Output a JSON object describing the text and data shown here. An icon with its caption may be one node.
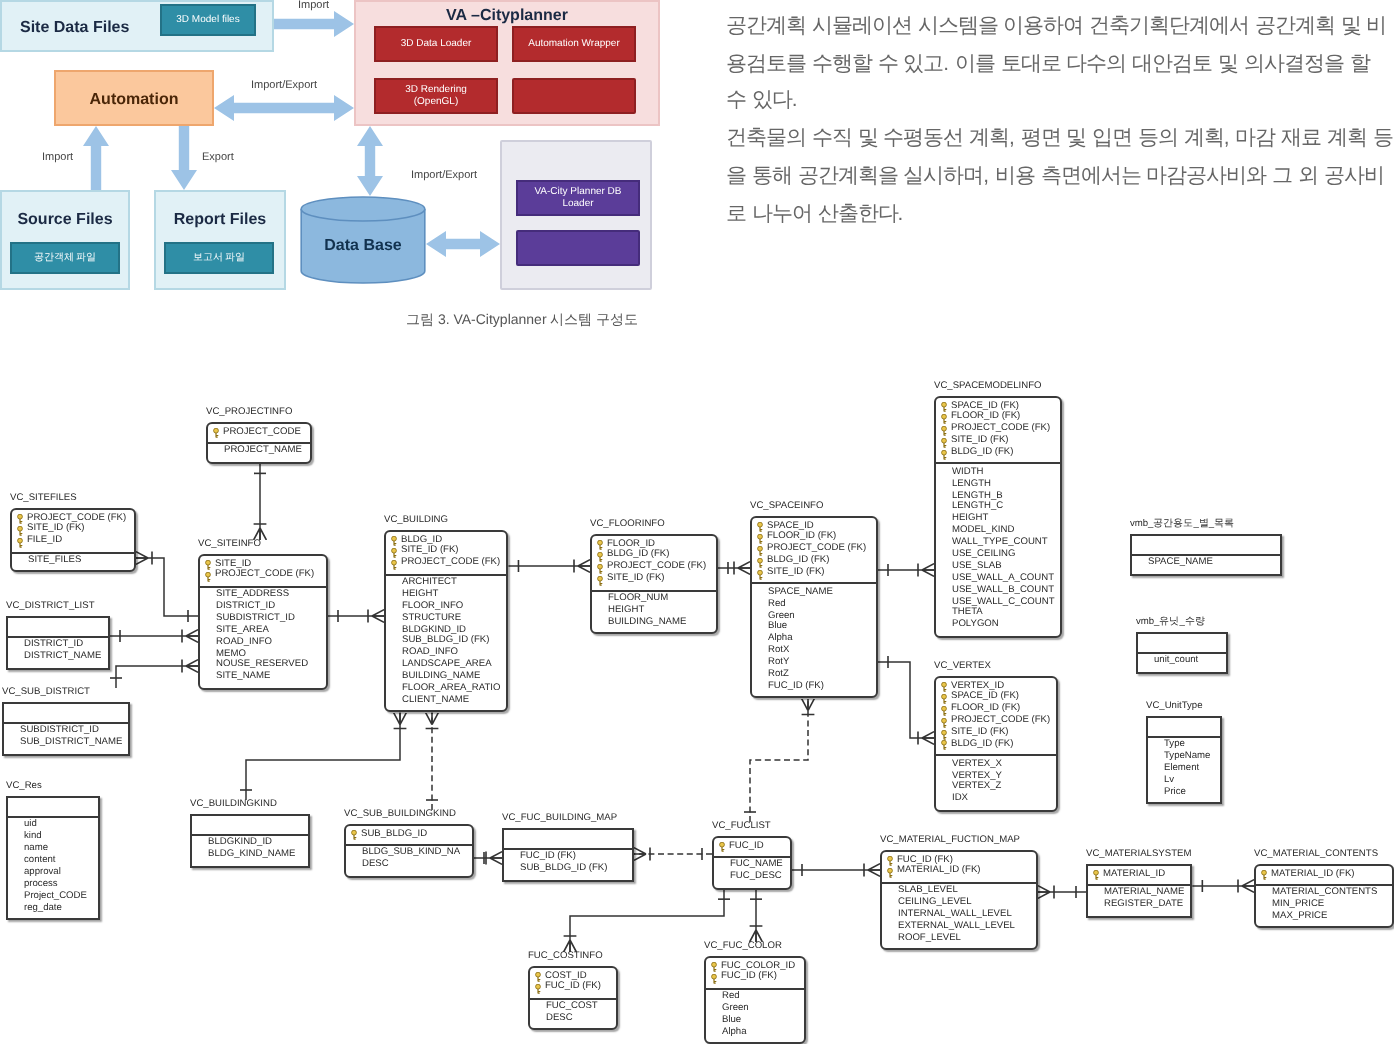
{
  "diagram": {
    "caption": "그림 3. VA-Cityplanner 시스템 구성도",
    "nodes": [
      {
        "text": [
          "Site Data Files"
        ]
      },
      {
        "text": [
          "3D Model files"
        ],
        "in": 0
      },
      {
        "text": [
          "VA –Cityplanner"
        ]
      },
      {
        "text": [
          "3D Data Loader"
        ],
        "in": 2
      },
      {
        "text": [
          "Automation Wrapper"
        ],
        "in": 2
      },
      {
        "text": [
          "3D Rendering (OpenGL)"
        ],
        "in": 2
      },
      {
        "text": [],
        "shape": "box",
        "in": 2
      },
      {
        "text": [
          "Automation"
        ]
      },
      {
        "text": [
          "Source Files"
        ]
      },
      {
        "text": [
          "공간객체 파일"
        ],
        "in": 8
      },
      {
        "text": [
          "Report Files"
        ]
      },
      {
        "text": [
          "보고서 파일"
        ],
        "in": 10
      },
      {
        "text": [
          "Data Base"
        ]
      },
      {
        "text": [],
        "shape": "box"
      },
      {
        "text": [
          "VA-City Planner DB Loader"
        ],
        "in": 13
      },
      {
        "text": [],
        "shape": "box",
        "in": 13
      },
      {
        "text": [
          "VC_PROJECTINFO",
          "PROJECT_CODE",
          "PROJECT_NAME"
        ]
      },
      {
        "text": [
          "VC_SITEFILES",
          "PROJECT_CODE (FK)",
          "SITE_ID (FK)",
          "FILE_ID",
          "SITE_FILES"
        ]
      },
      {
        "text": [
          "VC_SITEINFO",
          "SITE_ID",
          "PROJECT_CODE (FK)",
          "SITE_ADDRESS",
          "DISTRICT_ID",
          "SUBDISTRICT_ID",
          "SITE_AREA",
          "ROAD_INFO",
          "MEMO",
          "NOUSE_RESERVED",
          "SITE_NAME"
        ]
      },
      {
        "text": [
          "VC_DISTRICT_LIST",
          "DISTRICT_ID",
          "DISTRICT_NAME"
        ]
      },
      {
        "text": [
          "VC_SUB_DISTRICT",
          "SUBDISTRICT_ID",
          "SUB_DISTRICT_NAME"
        ]
      },
      {
        "text": [
          "VC_Res",
          "uid",
          "kind",
          "name",
          "content",
          "approval",
          "process",
          "Project_CODE",
          "reg_date"
        ]
      },
      {
        "text": [
          "VC_BUILDING",
          "BLDG_ID",
          "SITE_ID (FK)",
          "PROJECT_CODE (FK)",
          "ARCHITECT",
          "HEIGHT",
          "FLOOR_INFO",
          "STRUCTURE",
          "BLDGKIND_ID",
          "SUB_BLDG_ID (FK)",
          "ROAD_INFO",
          "LANDSCAPE_AREA",
          "BUILDING_NAME",
          "FLOOR_AREA_RATIO",
          "CLIENT_NAME"
        ]
      },
      {
        "text": [
          "VC_BUILDINGKIND",
          "BLDGKIND_ID",
          "BLDG_KIND_NAME"
        ]
      },
      {
        "text": [
          "VC_FLOORINFO",
          "FLOOR_ID",
          "BLDG_ID (FK)",
          "PROJECT_CODE (FK)",
          "SITE_ID (FK)",
          "FLOOR_NUM",
          "HEIGHT",
          "BUILDING_NAME"
        ]
      },
      {
        "text": [
          "VC_SPACEINFO",
          "SPACE_ID",
          "FLOOR_ID (FK)",
          "PROJECT_CODE (FK)",
          "BLDG_ID (FK)",
          "SITE_ID (FK)",
          "SPACE_NAME",
          "Red",
          "Green",
          "Blue",
          "Alpha",
          "RotX",
          "RotY",
          "RotZ",
          "FUC_ID (FK)"
        ]
      },
      {
        "text": [
          "VC_SPACEMODELINFO",
          "SPACE_ID (FK)",
          "FLOOR_ID (FK)",
          "PROJECT_CODE (FK)",
          "SITE_ID (FK)",
          "BLDG_ID (FK)",
          "WIDTH",
          "LENGTH",
          "LENGTH_B",
          "LENGTH_C",
          "HEIGHT",
          "MODEL_KIND",
          "WALL_TYPE_COUNT",
          "USE_CEILING",
          "USE_SLAB",
          "USE_WALL_A_COUNT",
          "USE_WALL_B_COUNT",
          "USE_WALL_C_COUNT",
          "THETA",
          "POLYGON"
        ]
      },
      {
        "text": [
          "VC_VERTEX",
          "VERTEX_ID",
          "SPACE_ID (FK)",
          "FLOOR_ID (FK)",
          "PROJECT_CODE (FK)",
          "SITE_ID (FK)",
          "BLDG_ID (FK)",
          "VERTEX_X",
          "VERTEX_Y",
          "VERTEX_Z",
          "IDX"
        ]
      },
      {
        "text": [
          "vmb_공간용도_별_목록",
          "SPACE_NAME"
        ]
      },
      {
        "text": [
          "vmb_유닛_수량",
          "unit_count"
        ]
      },
      {
        "text": [
          "VC_UnitType",
          "Type",
          "TypeName",
          "Element",
          "Lv",
          "Price"
        ]
      },
      {
        "text": [
          "VC_SUB_BUILDINGKIND",
          "SUB_BLDG_ID",
          "BLDG_SUB_KIND_NA",
          "DESC"
        ]
      },
      {
        "text": [
          "VC_FUC_BUILDING_MAP",
          "FUC_ID (FK)",
          "SUB_BLDG_ID (FK)"
        ]
      },
      {
        "text": [
          "VC_FUCLIST",
          "FUC_ID",
          "FUC_NAME",
          "FUC_DESC"
        ]
      },
      {
        "text": [
          "VC_MATERIAL_FUCTION_MAP",
          "FUC_ID (FK)",
          "MATERIAL_ID (FK)",
          "SLAB_LEVEL",
          "CEILING_LEVEL",
          "INTERNAL_WALL_LEVEL",
          "EXTERNAL_WALL_LEVEL",
          "ROOF_LEVEL"
        ]
      },
      {
        "text": [
          "VC_MATERIALSYSTEM",
          "MATERIAL_ID",
          "MATERIAL_NAME",
          "REGISTER_DATE"
        ]
      },
      {
        "text": [
          "VC_MATERIAL_CONTENTS",
          "MATERIAL_ID (FK)",
          "MATERIAL_CONTENTS",
          "MIN_PRICE",
          "MAX_PRICE"
        ]
      },
      {
        "text": [
          "FUC_COSTINFO",
          "COST_ID",
          "FUC_ID (FK)",
          "FUC_COST",
          "DESC"
        ]
      },
      {
        "text": [
          "VC_FUC_COLOR",
          "FUC_COLOR_ID",
          "FUC_ID (FK)",
          "Red",
          "Green",
          "Blue",
          "Alpha"
        ]
      }
    ],
    "edges": [
      {
        "from": 0,
        "to": 2,
        "arrow": "to",
        "label": "Import",
        "style": "thick",
        "color": "#9dc3e6"
      },
      {
        "from": 7,
        "to": 2,
        "arrow": "both",
        "label": "Import/Export",
        "style": "thick",
        "color": "#9dc3e6"
      },
      {
        "from": 8,
        "to": 7,
        "arrow": "to",
        "label": "Import",
        "style": "thick",
        "color": "#9dc3e6"
      },
      {
        "from": 7,
        "to": 10,
        "arrow": "to",
        "label": "Export",
        "style": "thick",
        "color": "#9dc3e6"
      },
      {
        "from": 2,
        "to": 12,
        "arrow": "both",
        "label": "Import/Export",
        "style": "thick",
        "color": "#9dc3e6"
      },
      {
        "from": 12,
        "to": 13,
        "arrow": "both",
        "style": "thick",
        "color": "#9dc3e6"
      },
      {
        "from": 16,
        "to": 18,
        "arrow": "other"
      },
      {
        "from": 18,
        "to": 17,
        "arrow": "other"
      },
      {
        "from": 19,
        "to": 18,
        "arrow": "other"
      },
      {
        "from": 20,
        "to": 18,
        "arrow": "other"
      },
      {
        "from": 18,
        "to": 22,
        "arrow": "other"
      },
      {
        "from": 23,
        "to": 22,
        "arrow": "other"
      },
      {
        "from": 31,
        "to": 22,
        "arrow": "other",
        "style": "dashed"
      },
      {
        "from": 22,
        "to": 24,
        "arrow": "other"
      },
      {
        "from": 24,
        "to": 25,
        "arrow": "other"
      },
      {
        "from": 25,
        "to": 26,
        "arrow": "other"
      },
      {
        "from": 25,
        "to": 27,
        "arrow": "other"
      },
      {
        "from": 33,
        "to": 25,
        "arrow": "other",
        "style": "dashed"
      },
      {
        "from": 31,
        "to": 32,
        "arrow": "other"
      },
      {
        "from": 33,
        "to": 32,
        "arrow": "other",
        "style": "dashed"
      },
      {
        "from": 33,
        "to": 34,
        "arrow": "other"
      },
      {
        "from": 33,
        "to": 37,
        "arrow": "other"
      },
      {
        "from": 33,
        "to": 38,
        "arrow": "other"
      },
      {
        "from": 35,
        "to": 34,
        "arrow": "other"
      },
      {
        "from": 35,
        "to": 36,
        "arrow": "other"
      }
    ],
    "labels": [
      "공간계획 시뮬레이션 시스템을 이용하여 건축기획단계에서 공간계획 및 비용검토를 수행할 수 있고. 이를 토대로 다수의 대안검토 및 의사결정을 할 수 있다.",
      "건축물의 수직 및 수평동선 계획, 평면 및 입면 등의 계획, 마감 재료 계획 등을 통해 공간계획을 실시하며, 비용 측면에서는 마감공사비와 그 외 공사비로 나누어 산출한다."
    ]
  }
}
